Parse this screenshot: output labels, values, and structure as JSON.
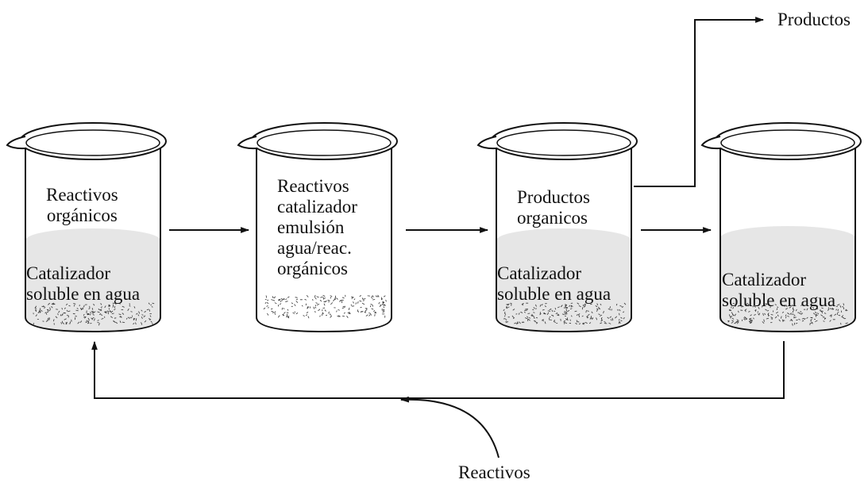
{
  "colors": {
    "line": "#111111",
    "liquid": "#e6e6e6",
    "background": "#ffffff"
  },
  "beakers": [
    {
      "id": "beaker-1",
      "upper_lines": [
        "Reactivos",
        "orgánicos"
      ],
      "lower_lines": [
        "Catalizador",
        "soluble en agua"
      ],
      "has_liquid_layer": true
    },
    {
      "id": "beaker-2",
      "upper_lines": [
        "Reactivos",
        "catalizador",
        "emulsión",
        "agua/reac.",
        "orgánicos"
      ],
      "lower_lines": [],
      "has_liquid_layer": false
    },
    {
      "id": "beaker-3",
      "upper_lines": [
        "Productos",
        "organicos"
      ],
      "lower_lines": [
        "Catalizador",
        "soluble en agua"
      ],
      "has_liquid_layer": true
    },
    {
      "id": "beaker-4",
      "upper_lines": [],
      "lower_lines": [
        "Catalizador",
        "soluble en agua"
      ],
      "has_liquid_layer": true
    }
  ],
  "flow_labels": {
    "products_out": "Productos",
    "reactants_in": "Reactivos"
  }
}
